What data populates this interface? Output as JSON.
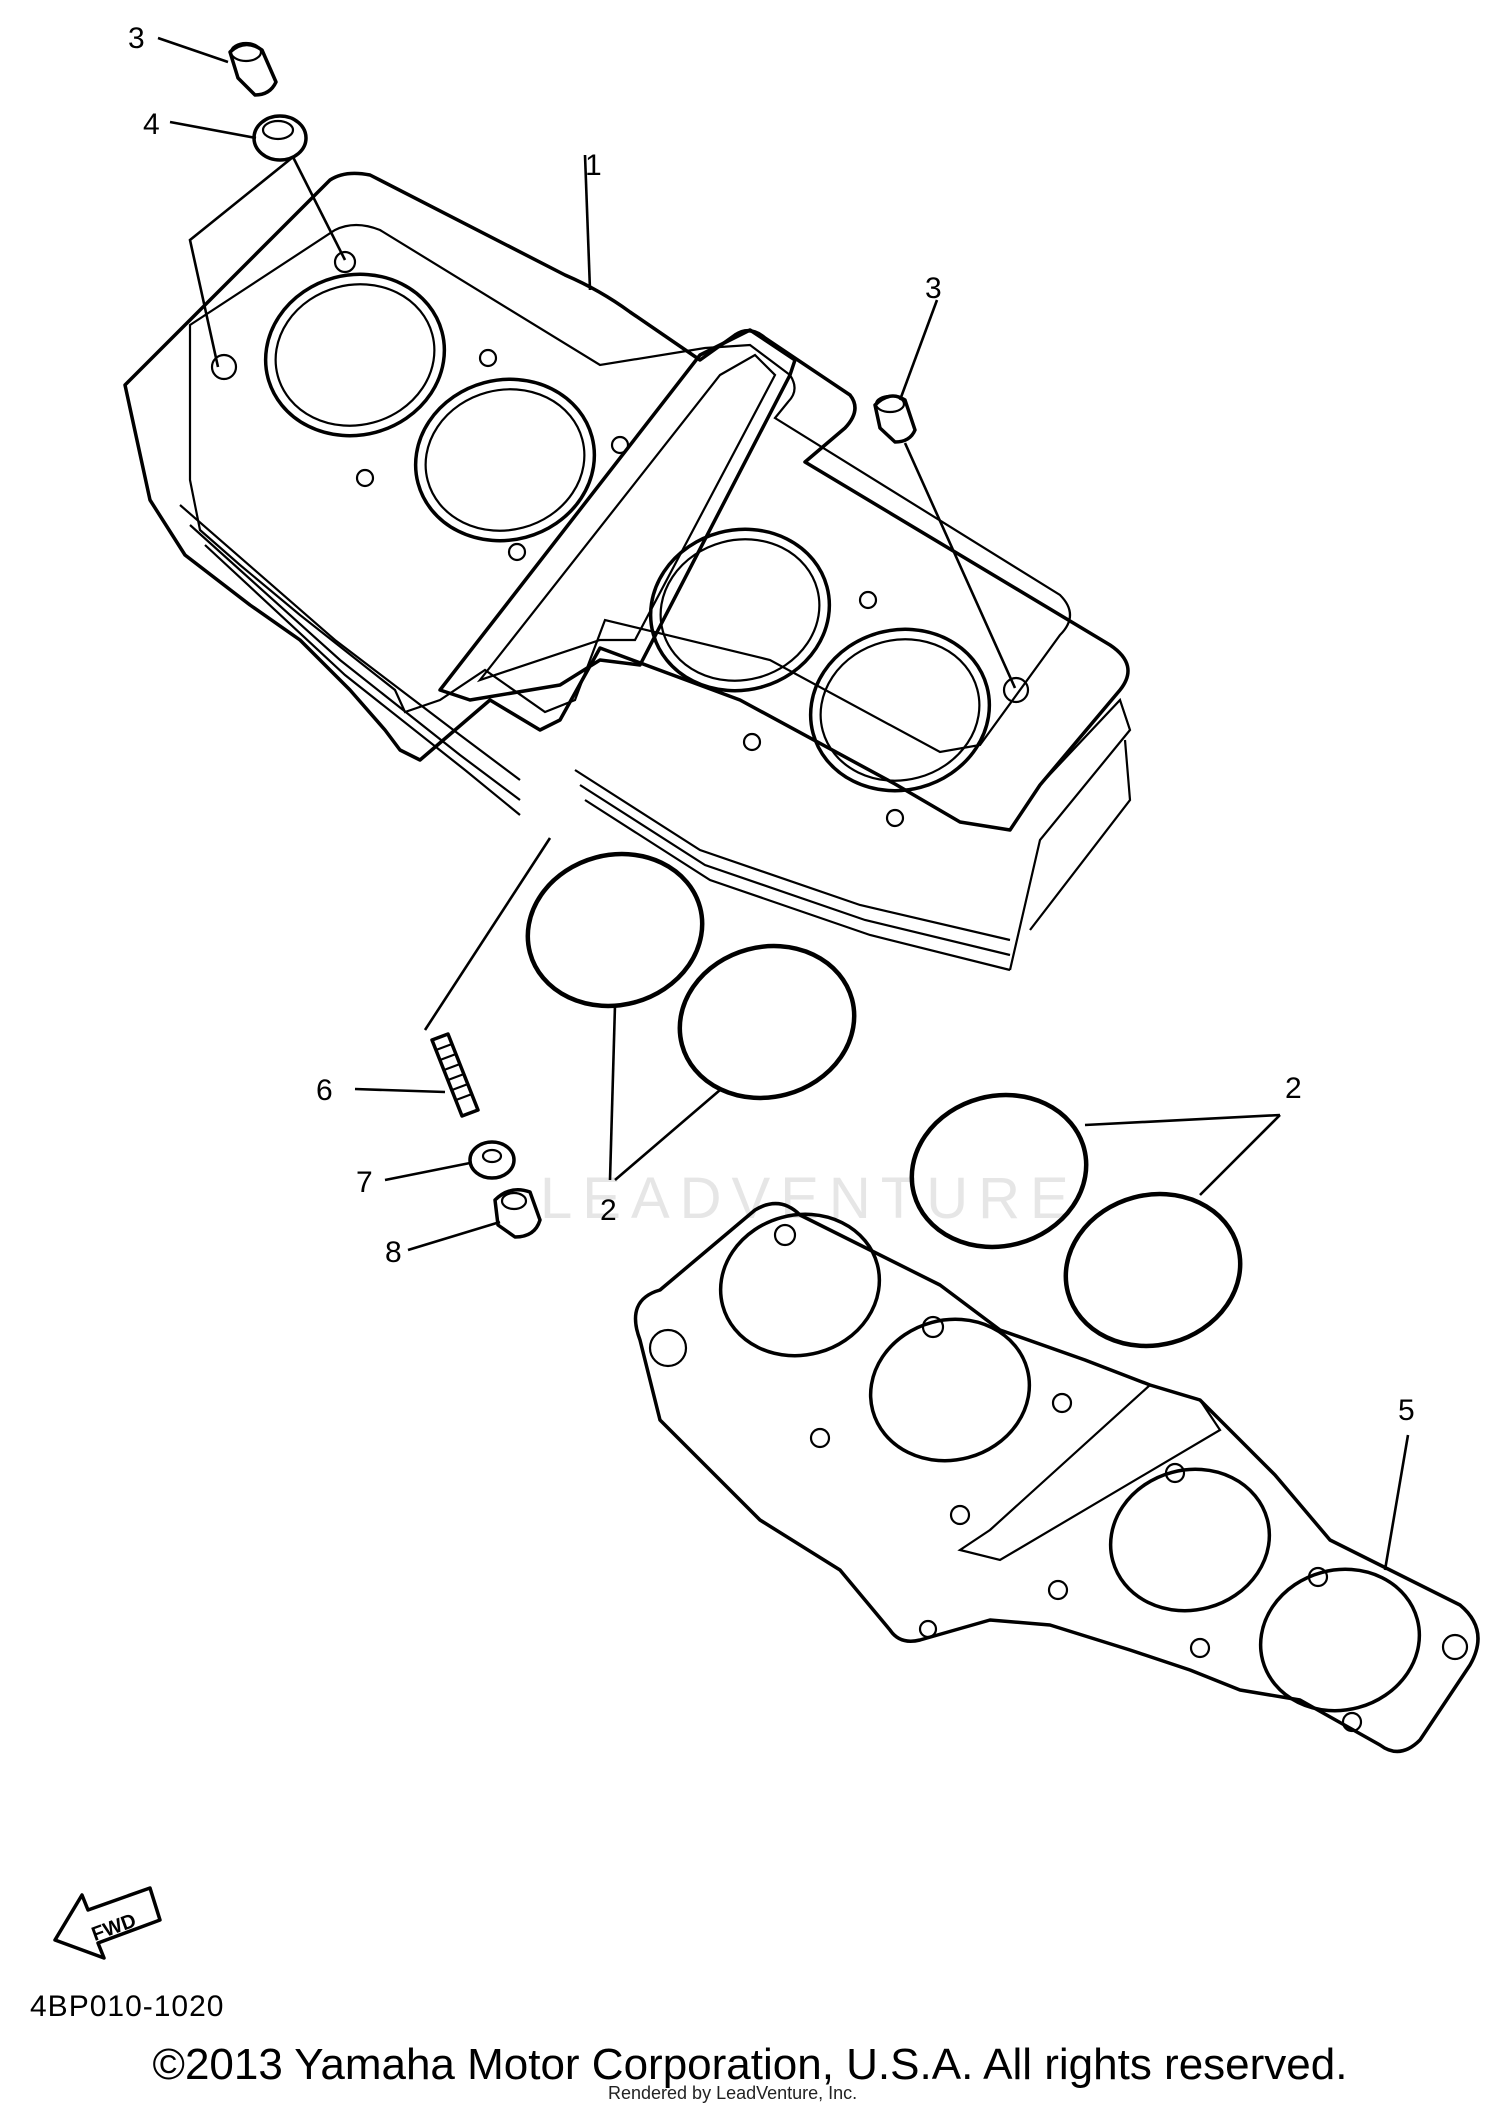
{
  "diagram": {
    "code": "4BP010-1020",
    "fwd_label": "FWD",
    "watermark": "LEADVENTURE",
    "rendered_by": "Rendered by LeadVenture, Inc."
  },
  "footer": {
    "copyright": "©2013 Yamaha Motor Corporation, U.S.A. All rights reserved."
  },
  "callouts": {
    "c1": "1",
    "c2a": "2",
    "c2b": "2",
    "c3a": "3",
    "c3b": "3",
    "c4": "4",
    "c5": "5",
    "c6": "6",
    "c7": "7",
    "c8": "8"
  }
}
